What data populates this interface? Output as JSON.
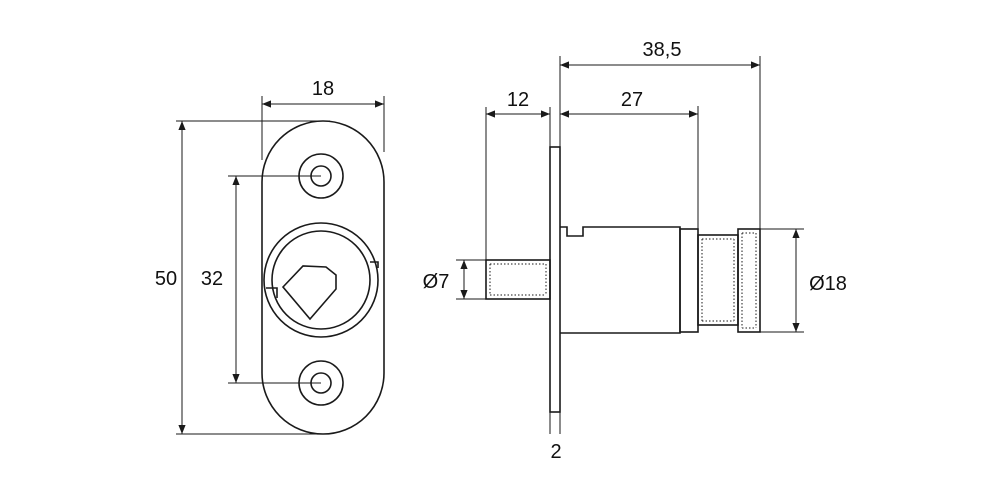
{
  "front_view": {
    "width_label": "18",
    "height_label": "50",
    "hole_spacing_label": "32"
  },
  "side_view": {
    "shaft_length_label": "12",
    "body_length_label": "27",
    "overall_length_label": "38,5",
    "plate_thickness_label": "2",
    "shaft_diameter_label": "Ø7",
    "body_diameter_label": "Ø18"
  }
}
